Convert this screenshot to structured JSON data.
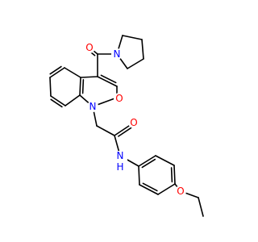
{
  "molecule": {
    "colors": {
      "bond": "#000000",
      "oxygen": "#ff0000",
      "nitrogen": "#0000ff",
      "background": "#ffffff"
    },
    "atoms": {
      "o_carbonyl_top": {
        "label": "O",
        "color": "#ff0000"
      },
      "n_pyrrolidine": {
        "label": "N",
        "color": "#0000ff"
      },
      "o_quinolinone": {
        "label": "O",
        "color": "#ff0000"
      },
      "n_quinoline": {
        "label": "N",
        "color": "#0000ff"
      },
      "o_amide": {
        "label": "O",
        "color": "#ff0000"
      },
      "nh_amide": {
        "label": "N",
        "color": "#0000ff"
      },
      "h_amide": {
        "label": "H",
        "color": "#0000ff"
      },
      "o_ether": {
        "label": "O",
        "color": "#ff0000"
      }
    }
  }
}
